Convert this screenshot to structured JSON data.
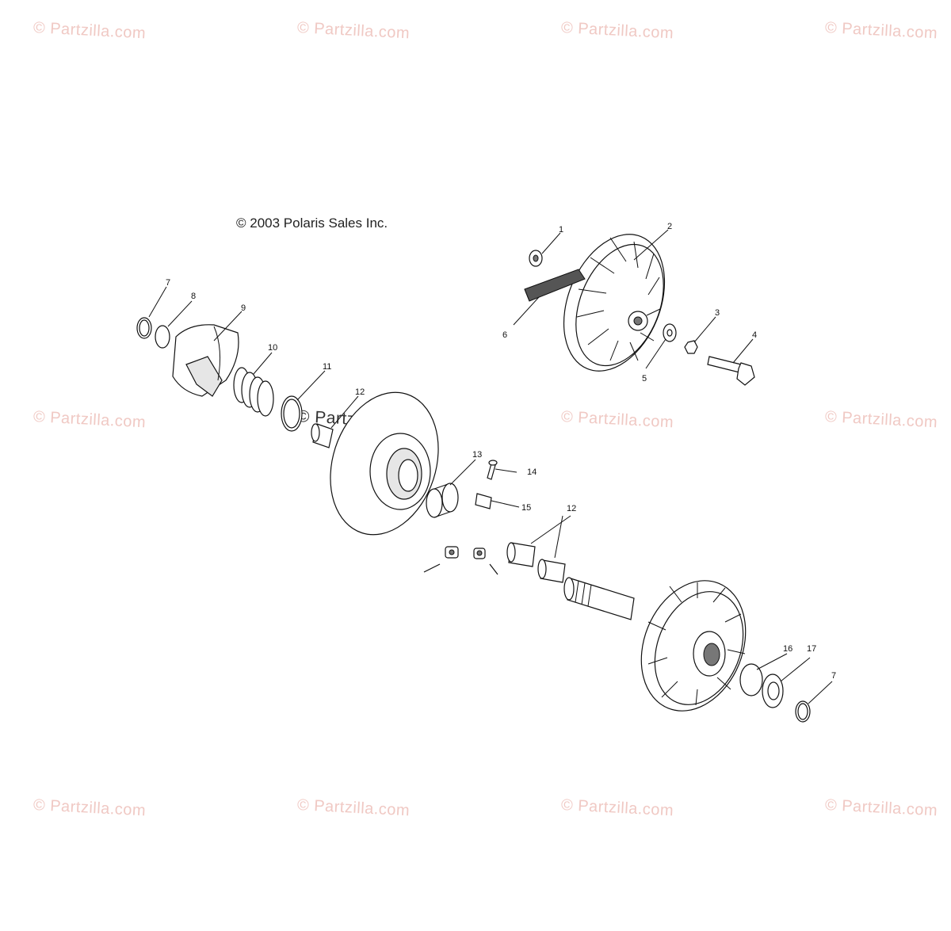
{
  "copyright": "© 2003 Polaris Sales Inc.",
  "watermark": "© Partzilla.com",
  "colors": {
    "watermark": "#f0c9c4",
    "line": "#111111",
    "background": "#ffffff"
  },
  "callouts": [
    {
      "id": "c1",
      "label": "1"
    },
    {
      "id": "c2",
      "label": "2"
    },
    {
      "id": "c3",
      "label": "3"
    },
    {
      "id": "c4",
      "label": "4"
    },
    {
      "id": "c5",
      "label": "5"
    },
    {
      "id": "c6",
      "label": "6"
    },
    {
      "id": "c7a",
      "label": "7"
    },
    {
      "id": "c8",
      "label": "8"
    },
    {
      "id": "c9",
      "label": "9"
    },
    {
      "id": "c10",
      "label": "10"
    },
    {
      "id": "c11",
      "label": "11"
    },
    {
      "id": "c12a",
      "label": "12"
    },
    {
      "id": "c13",
      "label": "13"
    },
    {
      "id": "c14",
      "label": "14"
    },
    {
      "id": "c15",
      "label": "15"
    },
    {
      "id": "c12b",
      "label": "12"
    },
    {
      "id": "c16",
      "label": "16"
    },
    {
      "id": "c17",
      "label": "17"
    },
    {
      "id": "c7b",
      "label": "7"
    }
  ]
}
